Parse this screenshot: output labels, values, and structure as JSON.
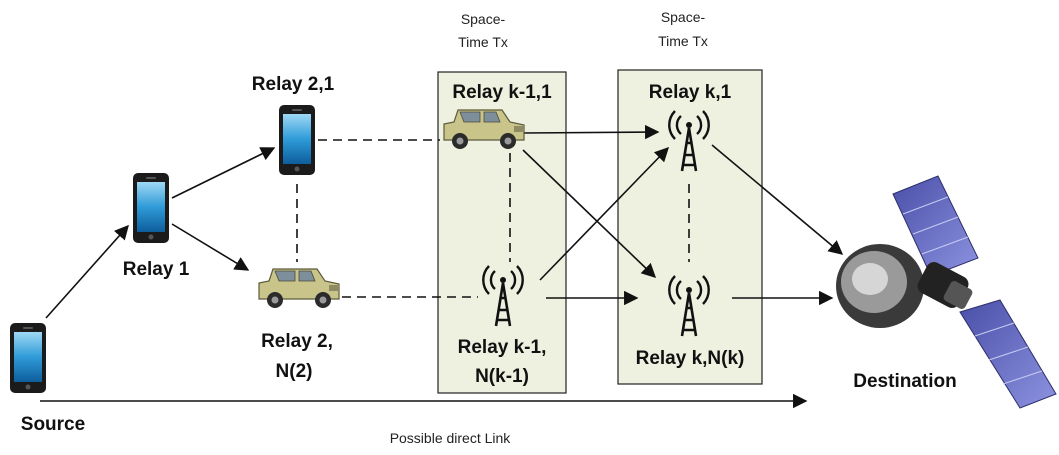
{
  "labels": {
    "source": "Source",
    "relay1": "Relay 1",
    "relay21": "Relay 2,1",
    "relay2n_line1": "Relay 2,",
    "relay2n_line2": "N(2)",
    "relayk1_1": "Relay k-1,1",
    "relayk1n_line1": "Relay k-1,",
    "relayk1n_line2": "N(k-1)",
    "relayk_1": "Relay k,1",
    "relayk_n": "Relay k,N(k)",
    "destination": "Destination",
    "direct_link": "Possible direct Link"
  },
  "captions": {
    "st1_line1": "Space-",
    "st1_line2": "Time Tx",
    "st2_line1": "Space-",
    "st2_line2": "Time Tx"
  },
  "colors": {
    "box_fill": "#eef1df",
    "box_stroke": "#222222",
    "phone_screen": "#2f9bd8",
    "car_body": "#c9c48a",
    "satellite_panel": "#6f76c8"
  },
  "icons": {
    "phone": "smartphone-icon",
    "car": "car-icon",
    "tower": "antenna-tower-icon",
    "satellite": "satellite-icon"
  }
}
